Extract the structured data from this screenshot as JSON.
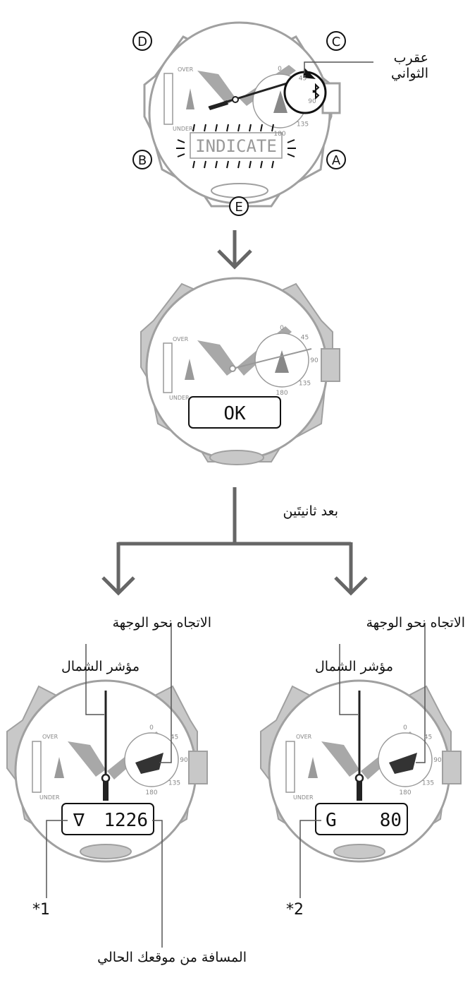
{
  "steps": {
    "top": {
      "buttons": {
        "a": "A",
        "b": "B",
        "c": "C",
        "d": "D",
        "e": "E"
      },
      "scale_labels": {
        "over": "OVER",
        "under": "UNDER"
      },
      "display_text": "INDICATE",
      "callout_second_hand": "عقرب\nالثواني"
    },
    "middle": {
      "scale_labels": {
        "over": "OVER",
        "under": "UNDER"
      },
      "display_text": "OK"
    },
    "delay_label": "بعد ثانيتَين",
    "left": {
      "scale_labels": {
        "over": "OVER",
        "under": "UNDER"
      },
      "display_left": "∇",
      "display_right": "1226",
      "label_bearing": "الاتجاه نحو الوجهة",
      "label_north": "مؤشر الشمال",
      "label_distance": "المسافة من موقعك الحالي",
      "footnote": "*1"
    },
    "right": {
      "scale_labels": {
        "over": "OVER",
        "under": "UNDER"
      },
      "display_left": "G",
      "display_right": "80",
      "label_bearing": "الاتجاه نحو الوجهة",
      "label_north": "مؤشر الشمال",
      "footnote": "*2"
    }
  },
  "dial_numbers": [
    "0",
    "45",
    "90",
    "135",
    "180"
  ],
  "colors": {
    "case": "#999999",
    "line": "#555555",
    "arrow": "#666666",
    "hand": "#333333",
    "ink": "#111111"
  }
}
